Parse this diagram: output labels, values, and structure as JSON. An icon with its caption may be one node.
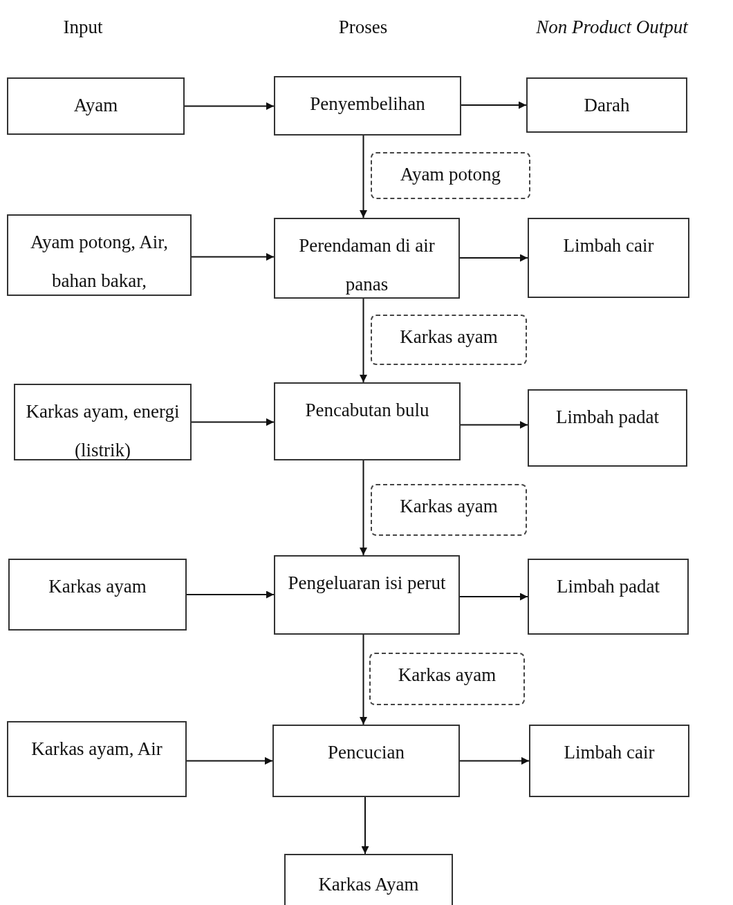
{
  "diagram": {
    "nodes": [
      {
        "text": [
          "Ayam"
        ]
      },
      {
        "text": [
          "Penyembelihan"
        ]
      },
      {
        "text": [
          "Darah"
        ]
      },
      {
        "text": [
          "Ayam potong"
        ]
      },
      {
        "text": [
          "Ayam potong, Air, bahan bakar,"
        ]
      },
      {
        "text": [
          "Perendaman di air panas"
        ]
      },
      {
        "text": [
          "Limbah cair"
        ]
      },
      {
        "text": [
          "Karkas ayam"
        ]
      },
      {
        "text": [
          "Karkas ayam, energi (listrik)"
        ]
      },
      {
        "text": [
          "Pencabutan bulu"
        ]
      },
      {
        "text": [
          "Limbah padat"
        ]
      },
      {
        "text": [
          "Karkas ayam"
        ]
      },
      {
        "text": [
          "Karkas ayam"
        ]
      },
      {
        "text": [
          "Pengeluaran isi perut"
        ]
      },
      {
        "text": [
          "Limbah padat"
        ]
      },
      {
        "text": [
          "Karkas ayam"
        ]
      },
      {
        "text": [
          "Karkas ayam, Air"
        ]
      },
      {
        "text": [
          "Pencucian"
        ]
      },
      {
        "text": [
          "Limbah cair"
        ]
      },
      {
        "text": [
          "Karkas Ayam"
        ]
      }
    ],
    "edges": [
      {
        "from": 0,
        "to": 1,
        "arrow": "to"
      },
      {
        "from": 1,
        "to": 2,
        "arrow": "to"
      },
      {
        "from": 1,
        "to": 5,
        "arrow": "to"
      },
      {
        "from": 4,
        "to": 5,
        "arrow": "to"
      },
      {
        "from": 5,
        "to": 6,
        "arrow": "to"
      },
      {
        "from": 5,
        "to": 9,
        "arrow": "to"
      },
      {
        "from": 8,
        "to": 9,
        "arrow": "to"
      },
      {
        "from": 9,
        "to": 10,
        "arrow": "to"
      },
      {
        "from": 9,
        "to": 13,
        "arrow": "to"
      },
      {
        "from": 12,
        "to": 13,
        "arrow": "to"
      },
      {
        "from": 13,
        "to": 14,
        "arrow": "to"
      },
      {
        "from": 13,
        "to": 17,
        "arrow": "to"
      },
      {
        "from": 16,
        "to": 17,
        "arrow": "to"
      },
      {
        "from": 17,
        "to": 18,
        "arrow": "to"
      },
      {
        "from": 17,
        "to": 19,
        "arrow": "to"
      }
    ],
    "labels": [
      "Input",
      "Proses",
      "Non Product Output"
    ]
  }
}
